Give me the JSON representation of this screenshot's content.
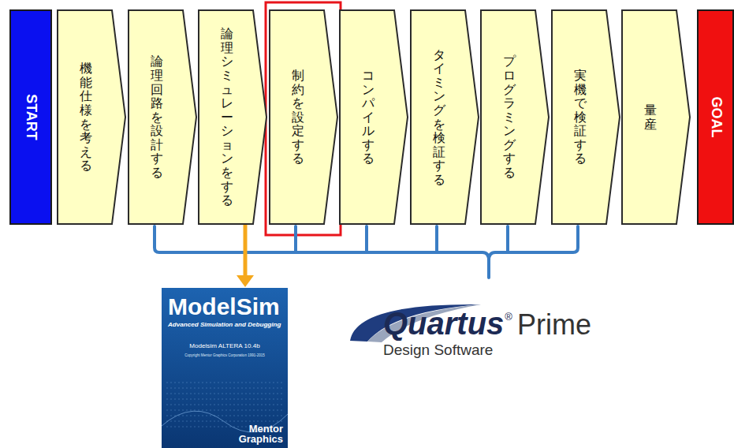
{
  "diagram": {
    "nodes": [
      {
        "text": [
          "START"
        ]
      },
      {
        "text": [
          "機能仕様を考える"
        ]
      },
      {
        "text": [
          "論理回路を設計する"
        ]
      },
      {
        "text": [
          "論理シミュレーションをする"
        ]
      },
      {
        "text": [
          "制約を設定する"
        ]
      },
      {
        "text": [
          "コンパイルする"
        ]
      },
      {
        "text": [
          "タイミングを検証する"
        ]
      },
      {
        "text": [
          "プログラミングする"
        ]
      },
      {
        "text": [
          "実機で検証する"
        ]
      },
      {
        "text": [
          "量産"
        ]
      },
      {
        "text": [
          "GOAL"
        ]
      },
      {
        "text": [
          "ModelSim",
          "Advanced Simulation and Debugging",
          "Modelsim ALTERA 10.4b",
          "Copyright Mentor Graphics Corporation 1991-2015",
          "Mentor Graphics"
        ]
      }
    ],
    "edges": [
      {
        "from": 3,
        "to": 11,
        "arrow": "to"
      }
    ],
    "labels": [
      "Quartus",
      "®",
      "Prime",
      "Design Software"
    ]
  }
}
